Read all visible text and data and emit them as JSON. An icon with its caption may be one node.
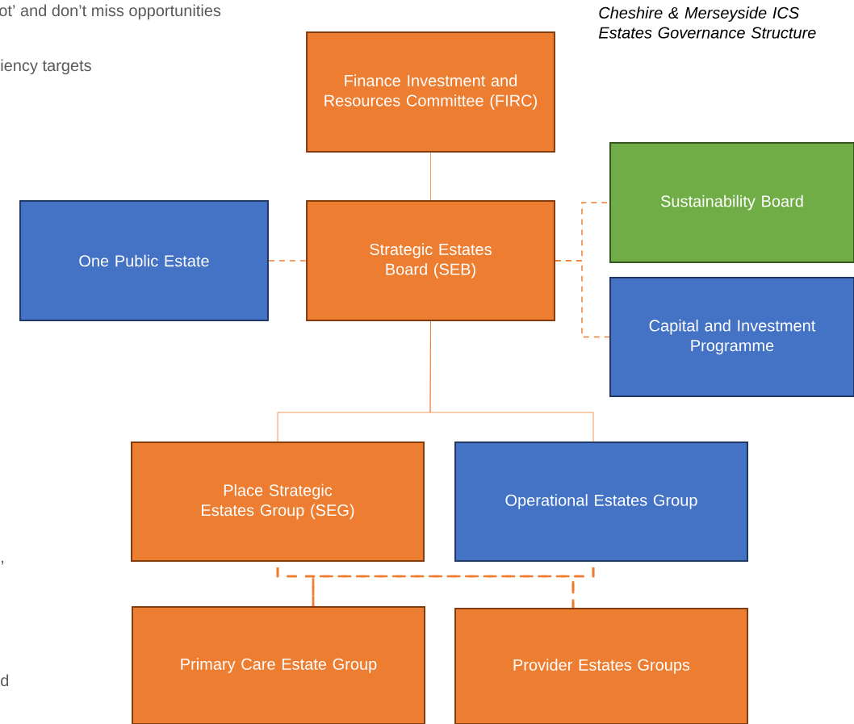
{
  "diagram": {
    "title": "Cheshire & Merseyside ICS Estates Governance Structure",
    "nodes": [
      {
        "text": [
          "Finance Investment and Resources Committee (FIRC)"
        ]
      },
      {
        "text": [
          "One Public Estate"
        ]
      },
      {
        "text": [
          "Strategic Estates Board (SEB)"
        ]
      },
      {
        "text": [
          "Sustainability Board"
        ]
      },
      {
        "text": [
          "Capital and Investment Programme"
        ]
      },
      {
        "text": [
          "Place Strategic Estates Group (SEG)"
        ]
      },
      {
        "text": [
          "Operational Estates Group"
        ]
      },
      {
        "text": [
          "Primary Care Estate Group"
        ]
      },
      {
        "text": [
          "Provider Estates Groups"
        ]
      }
    ],
    "edges": [
      {
        "from": 0,
        "to": 2,
        "arrow": "none"
      },
      {
        "from": 1,
        "to": 2,
        "arrow": "none",
        "style": "dashed"
      },
      {
        "from": 2,
        "to": 3,
        "arrow": "none",
        "style": "dashed"
      },
      {
        "from": 2,
        "to": 4,
        "arrow": "none",
        "style": "dashed"
      },
      {
        "from": 2,
        "to": 5,
        "arrow": "none"
      },
      {
        "from": 2,
        "to": 6,
        "arrow": "none"
      },
      {
        "from": 5,
        "to": 7,
        "arrow": "none",
        "style": "dashed"
      },
      {
        "from": 5,
        "to": 8,
        "arrow": "none",
        "style": "dashed"
      },
      {
        "from": 6,
        "to": 7,
        "arrow": "none",
        "style": "dashed"
      },
      {
        "from": 6,
        "to": 8,
        "arrow": "none",
        "style": "dashed"
      }
    ],
    "labels": [
      "ot’ and don’t miss opportunities",
      "iency targets",
      ",",
      "d"
    ]
  }
}
